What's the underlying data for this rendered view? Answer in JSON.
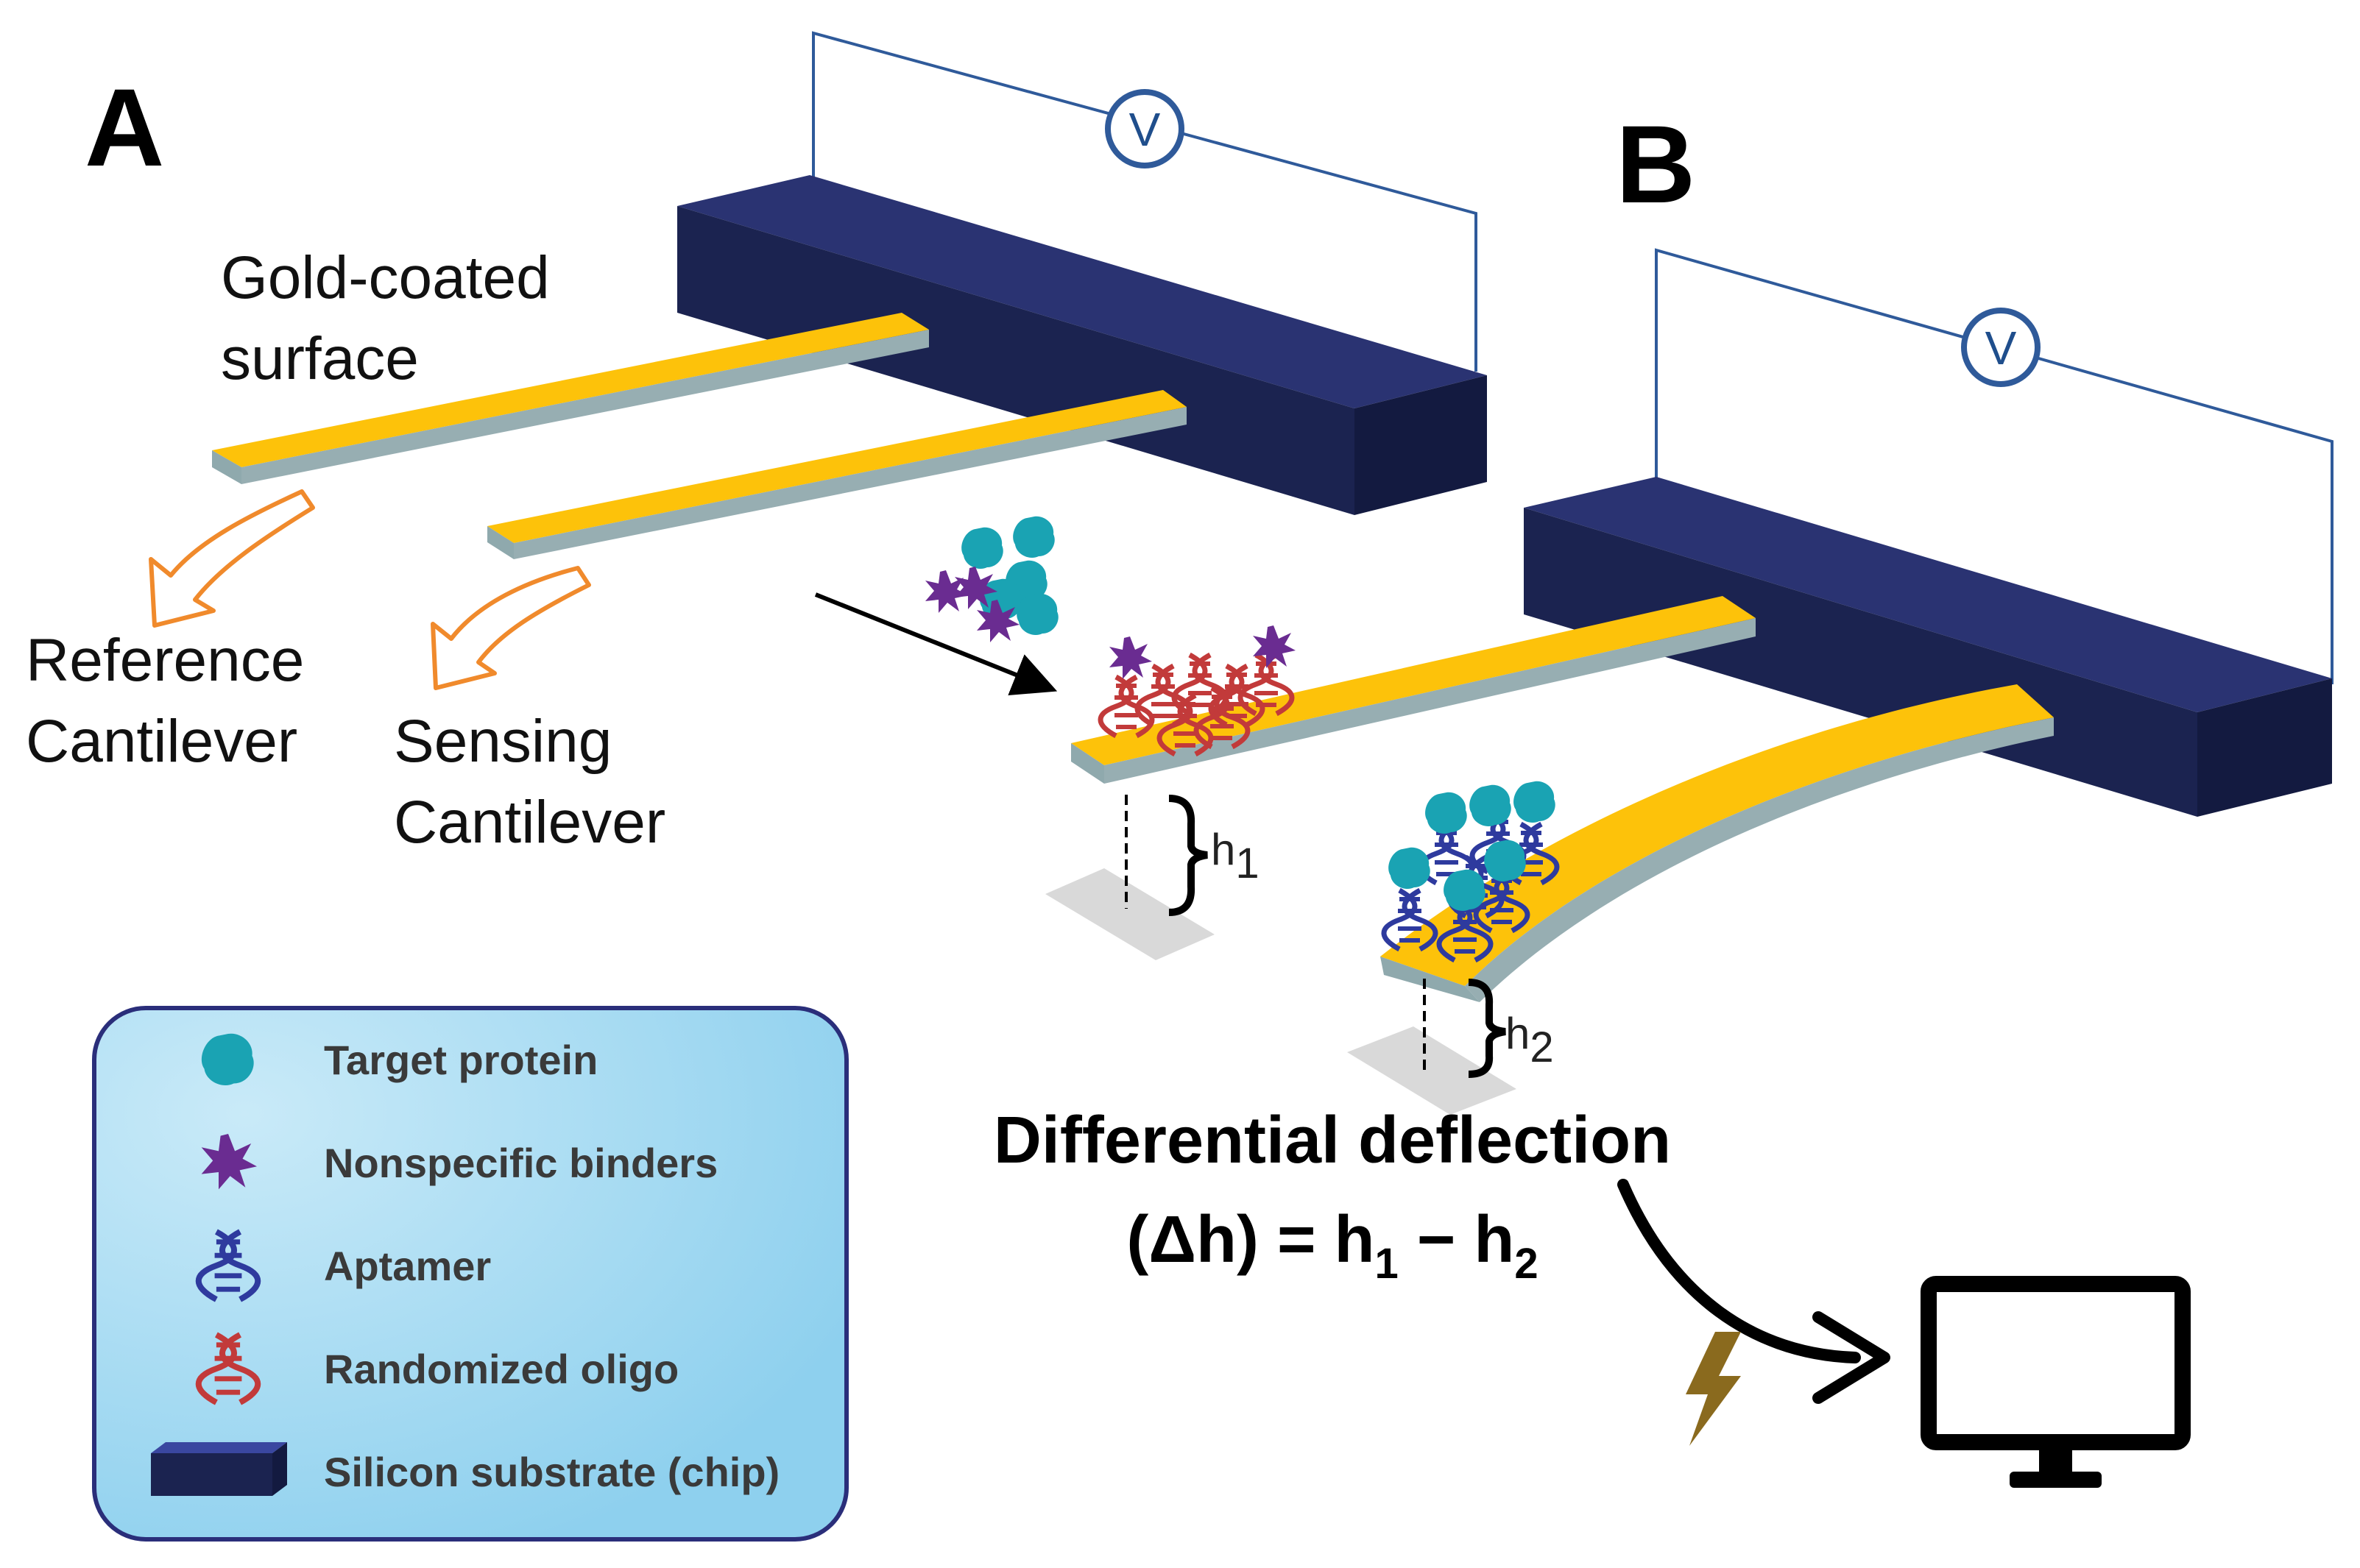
{
  "panels": {
    "a": "A",
    "b": "B"
  },
  "labels": {
    "gold_line1": "Gold-coated",
    "gold_line2": "surface",
    "reference_line1": "Reference",
    "reference_line2": "Cantilever",
    "sensing_line1": "Sensing",
    "sensing_line2": "Cantilever"
  },
  "voltmeter": {
    "symbol": "V"
  },
  "heights": {
    "h1_main": "h",
    "h1_sub": "1",
    "h2_main": "h",
    "h2_sub": "2"
  },
  "formula": {
    "line1": "Differential deflection",
    "line2_pre": "(Δh) = h",
    "line2_sub1": "1",
    "line2_mid": " − h",
    "line2_sub2": "2"
  },
  "legend": {
    "items": [
      {
        "label": "Target protein",
        "icon": "target-protein-icon"
      },
      {
        "label": "Nonspecific binders",
        "icon": "nonspecific-binder-icon"
      },
      {
        "label": "Aptamer",
        "icon": "aptamer-icon"
      },
      {
        "label": "Randomized oligo",
        "icon": "randomized-oligo-icon"
      },
      {
        "label": "Silicon substrate (chip)",
        "icon": "silicon-chip-icon"
      }
    ]
  },
  "colors": {
    "gold": "#FDC20A",
    "cantilever_edge": "#8FA9AD",
    "chip_dark": "#1B2350",
    "chip_front": "#222B5E",
    "protein": "#1AA3B3",
    "binder": "#6A2C91",
    "aptamer": "#2E3A9E",
    "oligo": "#C23A3A",
    "arrow_orange": "#F08A2C",
    "wire": "#2F5A9A",
    "legend_bg": "#A6DAF2",
    "legend_border": "#2A2E7A",
    "bolt": "#8A6A1E"
  }
}
